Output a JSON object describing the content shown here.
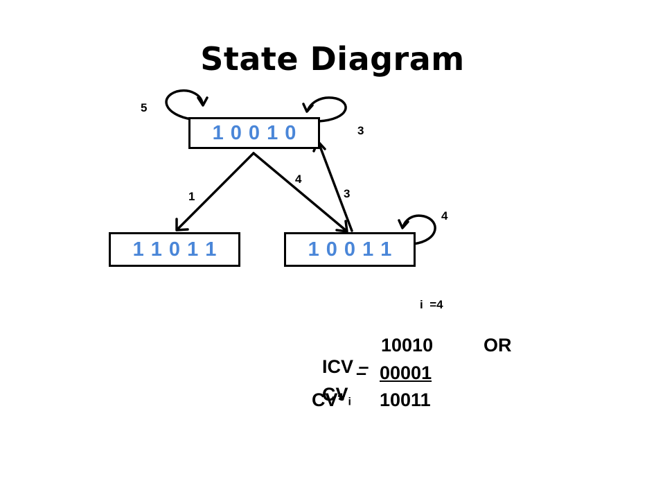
{
  "title": "State Diagram",
  "states": {
    "top": "1 0 0 1 0",
    "bottom_left": "1 1 0 1 1",
    "bottom_right": "1 0 0 1 1"
  },
  "edge_labels": {
    "self_loop_top_left": "5",
    "self_loop_top_right": "3",
    "top_to_left": "1",
    "top_to_right": "4",
    "right_to_top": "3",
    "self_loop_right": "4"
  },
  "iteration": {
    "i_label": "i",
    "i_value": "=4"
  },
  "vectors": {
    "icv_label": "ICV –",
    "icv_value": "10010",
    "or_label": "OR",
    "cvi_label": "CV",
    "cvi_sub": "i",
    "cvi_dash": "–",
    "cvi_value": "00001",
    "cvstar_label": "CV*",
    "cvstar_value": "10011"
  }
}
